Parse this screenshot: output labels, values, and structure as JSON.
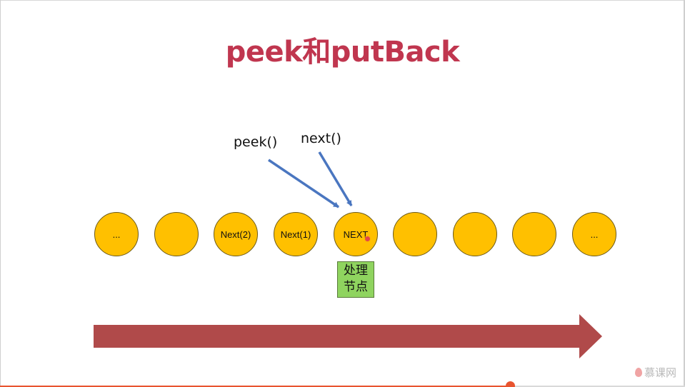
{
  "slide": {
    "title": "peek和putBack"
  },
  "pointers": {
    "peek_label": "peek()",
    "next_label": "next()"
  },
  "nodes": [
    {
      "label": "..."
    },
    {
      "label": ""
    },
    {
      "label": "Next(2)"
    },
    {
      "label": "Next(1)"
    },
    {
      "label": "NEXT"
    },
    {
      "label": ""
    },
    {
      "label": ""
    },
    {
      "label": ""
    },
    {
      "label": "..."
    }
  ],
  "processing_box": {
    "line1": "处理",
    "line2": "节点"
  },
  "watermark": {
    "text": "慕课网"
  },
  "colors": {
    "title": "#c0364f",
    "node_fill": "#ffc000",
    "pointer_arrow": "#4a76c0",
    "processing_box": "#8fd45f",
    "direction_arrow": "#b04a4a",
    "progress": "#e8542f"
  },
  "playback": {
    "progress_fraction": 0.745
  }
}
